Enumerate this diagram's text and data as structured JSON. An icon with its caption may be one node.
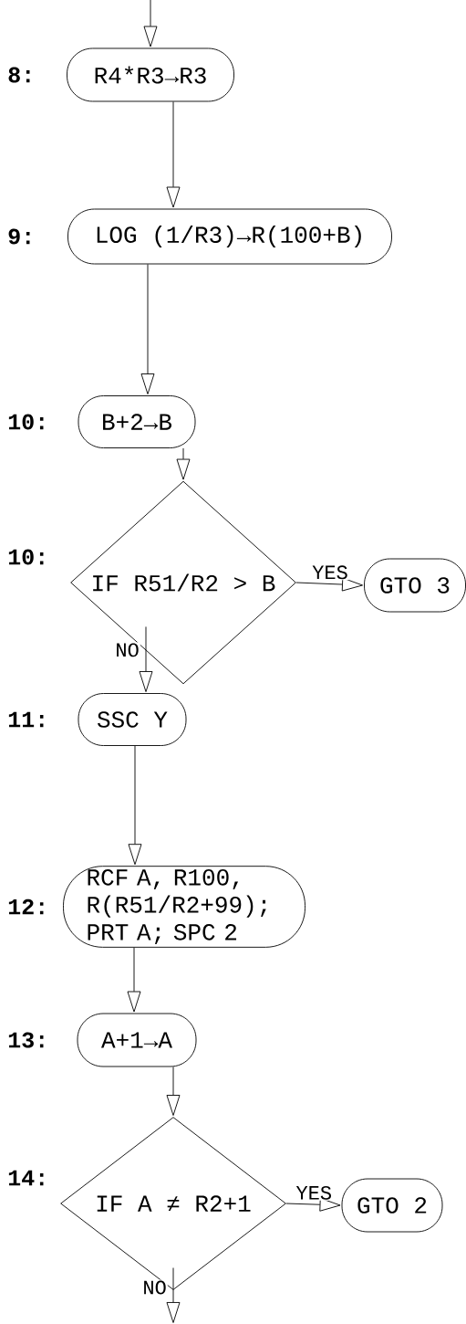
{
  "diagram": {
    "nodes": [
      {
        "text": [
          "R4*R3→R3"
        ],
        "beside": [
          "8:"
        ]
      },
      {
        "text": [
          "LOG (1/R3)→R(100+B)"
        ],
        "beside": [
          "9:"
        ]
      },
      {
        "text": [
          "B+2→B"
        ],
        "beside": [
          "10:"
        ]
      },
      {
        "text": [
          "IF R51/R2 > B"
        ],
        "beside": [
          "10:"
        ]
      },
      {
        "text": [
          "GTO 3"
        ]
      },
      {
        "text": [
          "SSC Y"
        ],
        "beside": [
          "11:"
        ]
      },
      {
        "text": [
          "RCF A, R100, R(R51/R2+99); PRT A; SPC 2"
        ],
        "beside": [
          "12:"
        ]
      },
      {
        "text": [
          "A+1→A"
        ],
        "beside": [
          "13:"
        ]
      },
      {
        "text": [
          "IF A ≠ R2+1"
        ],
        "beside": [
          "14:"
        ]
      },
      {
        "text": [
          "GTO 2"
        ]
      }
    ],
    "edges": [
      {
        "from": null,
        "to": 0,
        "arrow": "to"
      },
      {
        "from": 0,
        "to": 1,
        "arrow": "to"
      },
      {
        "from": 1,
        "to": 2,
        "arrow": "to"
      },
      {
        "from": 2,
        "to": 3,
        "arrow": "to"
      },
      {
        "from": 3,
        "to": 4,
        "arrow": "to",
        "label": "YES"
      },
      {
        "from": 3,
        "to": 5,
        "arrow": "to",
        "label": "NO"
      },
      {
        "from": 5,
        "to": 6,
        "arrow": "to"
      },
      {
        "from": 6,
        "to": 7,
        "arrow": "to"
      },
      {
        "from": 7,
        "to": 8,
        "arrow": "to"
      },
      {
        "from": 8,
        "to": 9,
        "arrow": "to",
        "label": "YES"
      },
      {
        "from": 8,
        "to": null,
        "arrow": "to",
        "label": "NO"
      }
    ]
  }
}
